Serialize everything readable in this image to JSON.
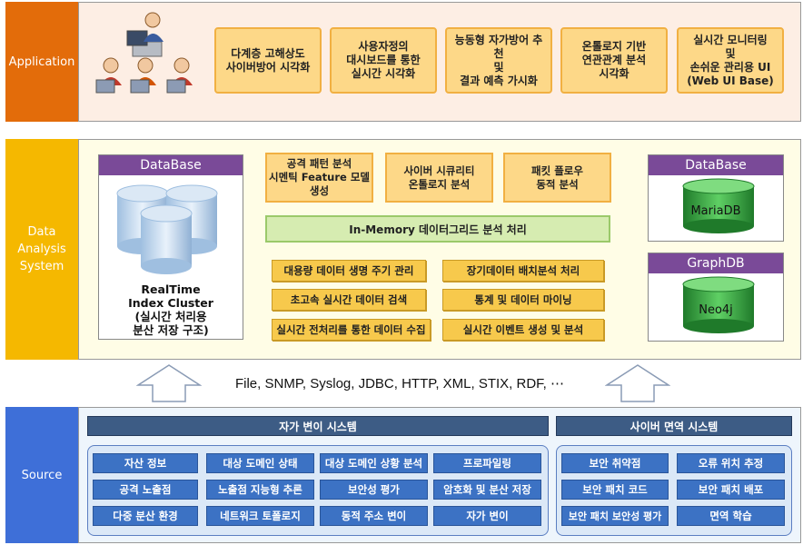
{
  "tiers": {
    "application": "Application",
    "data_analysis": "Data\nAnalysis\nSystem",
    "source": "Source"
  },
  "application": {
    "boxes": [
      "다계층 고해상도\n사이버방어 시각화",
      "사용자정의\n대시보드를 통한\n실시간 시각화",
      "능동형 자가방어 추천\n및\n결과 예측 가시화",
      "온톨로지 기반\n연관관계 분석\n시각화",
      "실시간 모니터링\n및\n손쉬운 관리용 UI\n(Web UI Base)"
    ]
  },
  "analysis": {
    "left_db": {
      "header": "DataBase",
      "caption": "RealTime\nIndex Cluster\n(실시간 처리용\n분산 저장 구조)"
    },
    "top_boxes": [
      "공격 패턴 분석\n시멘틱 Feature 모델\n생성",
      "사이버 시큐리티\n온톨로지 분석",
      "패킷 플로우\n동적 분석"
    ],
    "in_memory": "In-Memory 데이터그리드 분석 처리",
    "features": [
      "대용량 데이터 생명 주기 관리",
      "장기데이터 배치분석 처리",
      "초고속 실시간 데이터 검색",
      "통계 및 데이터 마이닝",
      "실시간 전처리를 통한 데이터 수집",
      "실시간 이벤트 생성 및 분석"
    ],
    "right_db": {
      "header": "DataBase",
      "name": "MariaDB"
    },
    "graph_db": {
      "header": "GraphDB",
      "name": "Neo4j"
    }
  },
  "protocols": "File, SNMP, Syslog, JDBC, HTTP, XML, STIX, RDF, ⋯",
  "source": {
    "left_header": "자가 변이 시스템",
    "right_header": "사이버 면역 시스템",
    "left_items": [
      "자산 정보",
      "대상 도메인 상태",
      "대상 도메인 상황 분석",
      "프로파일링",
      "공격 노출점",
      "노출점 지능형 추론",
      "보안성 평가",
      "암호화 및 분산 저장",
      "다중 분산 환경",
      "네트워크 토폴로지",
      "동적 주소 변이",
      "자가 변이"
    ],
    "right_items": [
      "보안 취약점",
      "오류 위치 추정",
      "보안 패치 코드",
      "보안 패치 배포",
      "보안 패치 보안성 평가",
      "면역 학습"
    ]
  },
  "colors": {
    "application": "#e36c0a",
    "data_analysis": "#f5b800",
    "source": "#3e6fd8",
    "database_header": "#7a4a98",
    "cylinder": "#2e9c3a"
  }
}
